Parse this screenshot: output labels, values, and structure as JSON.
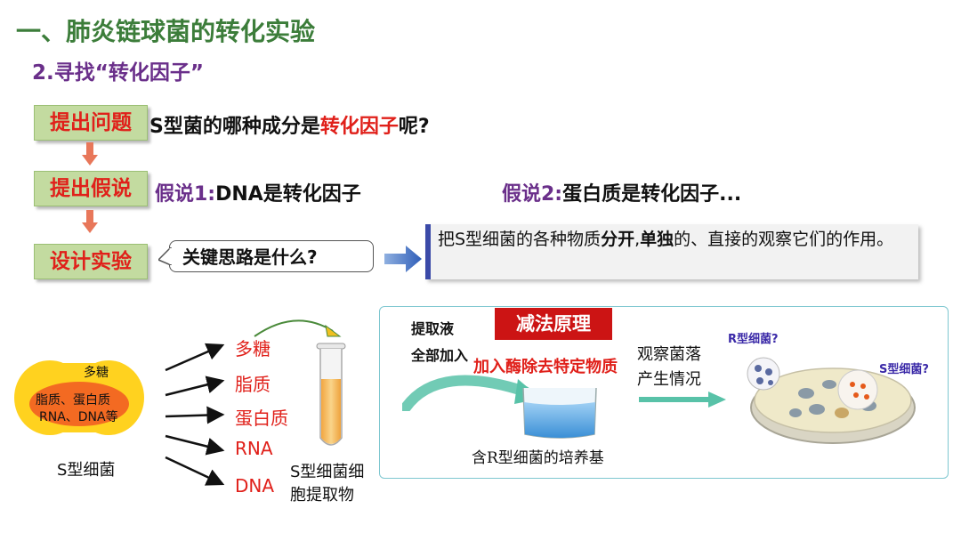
{
  "header": {
    "title": "一、肺炎链球菌的转化实验",
    "subtitle": "2.寻找“转化因子”"
  },
  "steps": {
    "ask": "提出问题",
    "hypothesize": "提出假说",
    "design": "设计实验"
  },
  "question": {
    "part1": "S型菌的哪种成分是",
    "highlight": "转化因子",
    "part2": "呢?"
  },
  "hypotheses": {
    "h1_label": "假说1:",
    "h1_text": "DNA是转化因子",
    "h2_label": "假说2:",
    "h2_text": "蛋白质是转化因子..."
  },
  "callout": {
    "text": "关键思路是什么?"
  },
  "method": {
    "t1": "把S型细菌的各种物质",
    "b1": "分开",
    "t2": ",",
    "b2": "单独",
    "t3": "的、直接的观察它们的作用。"
  },
  "bacterium": {
    "outer": "多糖",
    "inner1": "脂质、蛋白质",
    "inner2": "RNA、DNA等",
    "caption": "S型细菌"
  },
  "substances": [
    "多糖",
    "脂质",
    "蛋白质",
    "RNA",
    "DNA"
  ],
  "extract_caption": {
    "line1": "S型细菌细",
    "line2": "胞提取物"
  },
  "experiment": {
    "extract_line1": "提取液",
    "extract_line2": "全部加入",
    "principle": "减法原理",
    "enzyme_text": "加入酶除去特定物质",
    "observe_line1": "观察菌落",
    "observe_line2": "产生情况",
    "medium_caption": "含R型细菌的培养基",
    "r_question": "R型细菌?",
    "s_question": "S型细菌?"
  },
  "colors": {
    "title_green": "#3c7d3a",
    "accent_red": "#e0201a",
    "purple": "#6a2f8a",
    "step_green": "#c3dba0"
  }
}
